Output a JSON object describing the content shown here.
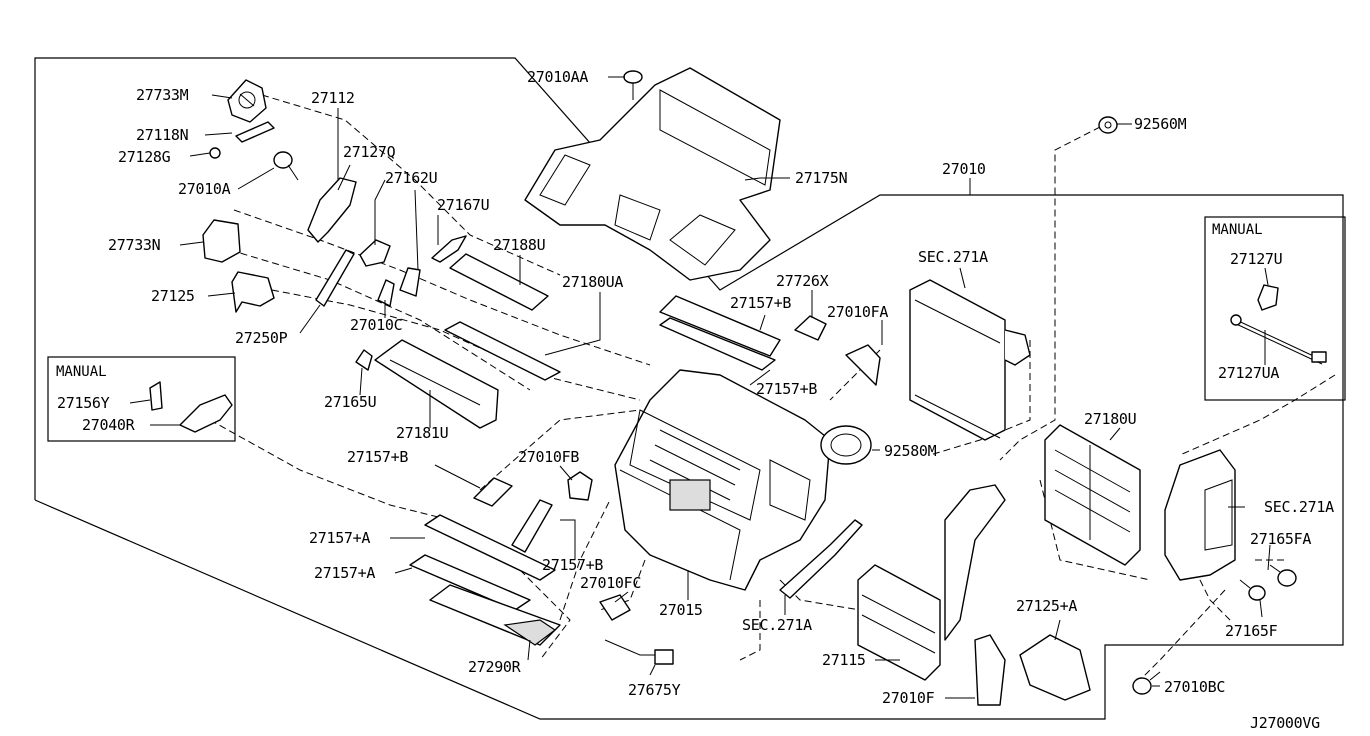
{
  "labels": {
    "p27733M": "27733M",
    "p27112": "27112",
    "p27118N": "27118N",
    "p27128G": "27128G",
    "p27127Q": "27127Q",
    "p27010A": "27010A",
    "p27162U": "27162U",
    "p27167U": "27167U",
    "p27733N": "27733N",
    "p27188U": "27188U",
    "p27125": "27125",
    "p27180UA": "27180UA",
    "p27250P": "27250P",
    "p27010C": "27010C",
    "p27165U": "27165U",
    "p27181U": "27181U",
    "p27010AA": "27010AA",
    "p27175N": "27175N",
    "p92560M": "92560M",
    "p27010": "27010",
    "p27726X": "27726X",
    "p27157B_a": "27157+B",
    "p27010FA": "27010FA",
    "p27157B_b": "27157+B",
    "pSEC271A_a": "SEC.271A",
    "p92580M": "92580M",
    "p27180U": "27180U",
    "pSEC271A_b": "SEC.271A",
    "p27165FA": "27165FA",
    "p27165F": "27165F",
    "p27127U": "27127U",
    "p27127UA": "27127UA",
    "p27157B_c": "27157+B",
    "p27010FB": "27010FB",
    "p27157A_a": "27157+A",
    "p27157A_b": "27157+A",
    "p27157B_d": "27157+B",
    "p27010FC": "27010FC",
    "p27015": "27015",
    "pSEC271A_c": "SEC.271A",
    "p27290R": "27290R",
    "p27675Y": "27675Y",
    "p27115": "27115",
    "p27125A": "27125+A",
    "p27010F": "27010F",
    "p27010BC": "27010BC",
    "p27156Y": "27156Y",
    "p27040R": "27040R"
  },
  "boxes": {
    "manual_left": "MANUAL",
    "manual_right": "MANUAL"
  },
  "diagram_code": "J27000VG"
}
